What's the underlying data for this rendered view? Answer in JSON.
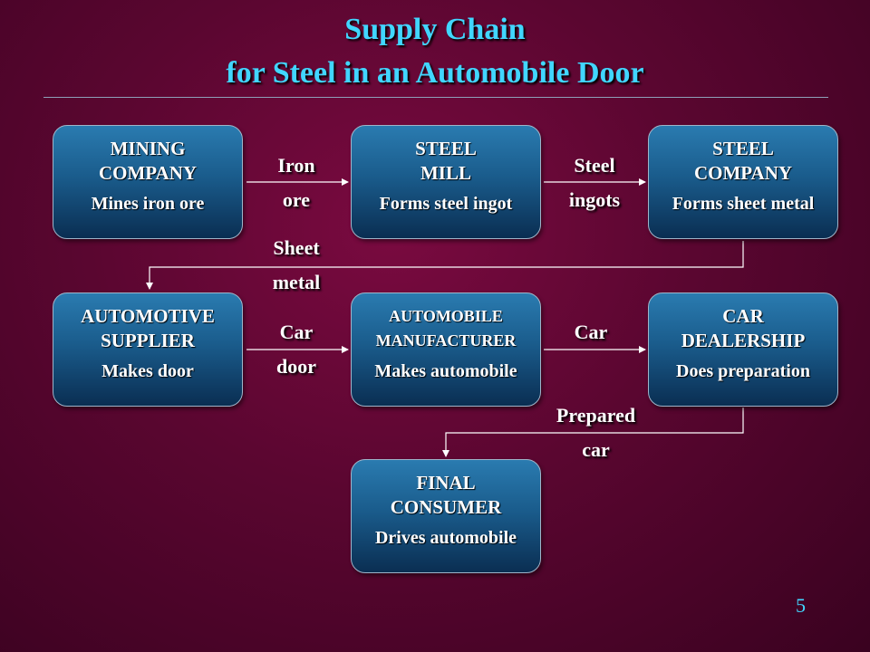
{
  "title": {
    "line1": "Supply Chain",
    "line2": "for Steel in an Automobile Door"
  },
  "boxes": {
    "mining": {
      "head": "MINING\nCOMPANY",
      "desc": "Mines iron ore"
    },
    "steel_mill": {
      "head": "STEEL\nMILL",
      "desc": "Forms steel ingot"
    },
    "steel_company": {
      "head": "STEEL\nCOMPANY",
      "desc": "Forms sheet metal"
    },
    "auto_supplier": {
      "head": "AUTOMOTIVE\nSUPPLIER",
      "desc": "Makes door"
    },
    "auto_manufacturer": {
      "head": "AUTOMOBILE\nMANUFACTURER",
      "desc": "Makes automobile"
    },
    "car_dealership": {
      "head": "CAR\nDEALERSHIP",
      "desc": "Does preparation"
    },
    "final_consumer": {
      "head": "FINAL\nCONSUMER",
      "desc": "Drives automobile"
    }
  },
  "flows": {
    "iron_ore": "Iron\nore",
    "steel_ingots": "Steel\ningots",
    "sheet_metal": "Sheet\nmetal",
    "car_door": "Car\ndoor",
    "car": "Car",
    "prepared_car": "Prepared\ncar"
  },
  "page_number": "5",
  "colors": {
    "title": "#41d6ff",
    "background": "#5a0630",
    "box_top": "#2a7bb0",
    "box_bottom": "#0a2e52",
    "arrow": "#ffffff"
  }
}
